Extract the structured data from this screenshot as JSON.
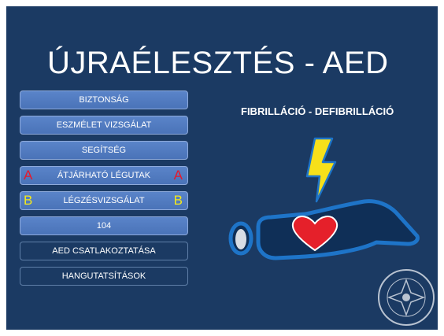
{
  "slide": {
    "title": "ÚJRAÉLESZTÉS - AED",
    "subtitle": "FIBRILLÁCIÓ - DEFIBRILLÁCIÓ"
  },
  "menu": {
    "items": [
      {
        "label": "BIZTONSÁG",
        "style": "filled"
      },
      {
        "label": "ESZMÉLET VIZSGÁLAT",
        "style": "filled"
      },
      {
        "label": "SEGÍTSÉG",
        "style": "filled"
      },
      {
        "label": "ÁTJÁRHATÓ LÉGUTAK",
        "style": "filled",
        "marker": "A",
        "marker_color": "#e8182a"
      },
      {
        "label": "LÉGZÉSVIZSGÁLAT",
        "style": "filled",
        "marker": "B",
        "marker_color": "#f3e81a"
      },
      {
        "label": "104",
        "style": "filled"
      },
      {
        "label": "AED CSATLAKOZTATÁSA",
        "style": "outline"
      },
      {
        "label": "HANGUTATSÍTÁSOK",
        "style": "outline"
      }
    ]
  },
  "illustration": {
    "icons": [
      "lightning-bolt-icon",
      "heart-icon",
      "body-outline-icon"
    ],
    "colors": {
      "background": "#1b3a63",
      "bolt": "#f7e01a",
      "heart": "#e5202a",
      "body_outline": "#1e74c8",
      "head": "#d8dde4"
    }
  },
  "emblem": {
    "icon": "rescue-emblem-icon"
  }
}
